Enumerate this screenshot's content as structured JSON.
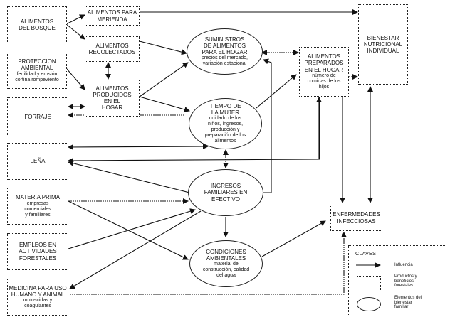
{
  "nodes": {
    "alimentos_bosque": {
      "title": "ALIMENTOS\nDEL BOSQUE"
    },
    "alimentos_merienda": {
      "title": "ALIMENTOS PARA\nMERIENDA"
    },
    "alimentos_recolectados": {
      "title": "ALIMENTOS\nRECOLECTADOS"
    },
    "proteccion_ambiental": {
      "title": "PROTECCION\nAMBIENTAL",
      "sub": "fertilidad y erosión\ncortina rompeviento"
    },
    "alimentos_producidos": {
      "title": "ALIMENTOS\nPRODUCIDOS\nEN EL\nHOGAR"
    },
    "forraje": {
      "title": "FORRAJE"
    },
    "lena": {
      "title": "LEÑA"
    },
    "materia_prima": {
      "title": "MATERIA PRIMA",
      "sub": "empresas\ncomerciales\ny familiares"
    },
    "empleos": {
      "title": "EMPLEOS EN\nACTIVIDADES\nFORESTALES"
    },
    "medicina": {
      "title": "MEDICINA PARA USO\nHUMANO Y ANIMAL",
      "sub": "moluscidas y\ncoagulantes"
    },
    "suministros": {
      "title": "SUMINISTROS\nDE ALIMENTOS\nPARA EL HOGAR",
      "sub": "precios del mercado,\nvariación estacional"
    },
    "tiempo_mujer": {
      "title": "TIEMPO DE\nLA MUJER",
      "sub": "cuidado de los\nniños, ingresos,\nproducción y\npreparación de los\nalimentos"
    },
    "ingresos": {
      "title": "INGRESOS\nFAMILIARES EN\nEFECTIVO"
    },
    "condiciones": {
      "title": "CONDICIONES\nAMBIENTALES",
      "sub": "material de\nconstrucción, calidad\ndel agua"
    },
    "alimentos_preparados": {
      "title": "ALIMENTOS\nPREPARADOS\nEN EL HOGAR",
      "sub": "número de\ncomidas de los\nhijos"
    },
    "bienestar": {
      "title": "BIENESTAR\nNUTRICIONAL\nINDIVIDUAL"
    },
    "enfermedades": {
      "title": "ENFERMEDADES\nINFECCIOSAS"
    }
  },
  "legend": {
    "title": "CLAVES",
    "items": [
      {
        "symbol": "arrow",
        "label": "Influencia"
      },
      {
        "symbol": "rectangle",
        "label": "Productos y\nbeneficios\nforestales"
      },
      {
        "symbol": "ellipse",
        "label": "Elementos del\nbienestar\nfamiliar"
      }
    ]
  }
}
